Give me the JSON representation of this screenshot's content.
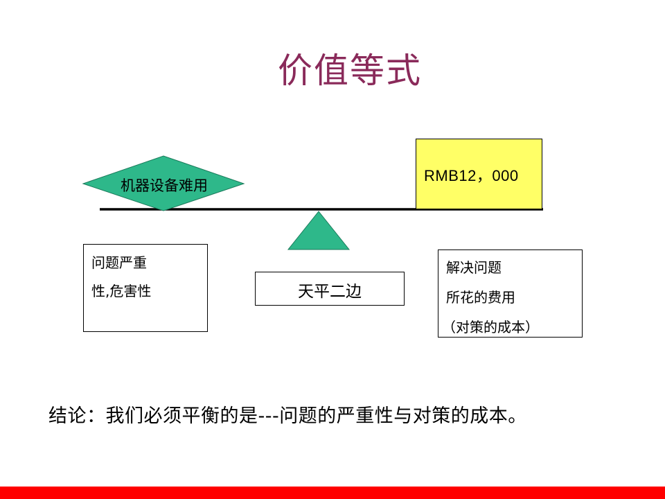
{
  "title": "价值等式",
  "diamond": {
    "label": "机器设备难用",
    "color": "#2eb88a"
  },
  "triangle": {
    "color": "#2eb88a"
  },
  "cost_box": {
    "text": "RMB12，000",
    "color": "#ffff66"
  },
  "left_box": {
    "lines": [
      "问题严重",
      "性,危害性"
    ]
  },
  "center_box": {
    "text": "天平二边"
  },
  "right_box": {
    "lines": [
      "解决问题",
      "所花的费用",
      "（对策的成本）"
    ]
  },
  "conclusion": {
    "label": "结论：",
    "text": "我们必须平衡的是---问题的严重性与对策的成本。"
  },
  "colors": {
    "title": "#8a2a5a",
    "bar": "#ff0000"
  }
}
